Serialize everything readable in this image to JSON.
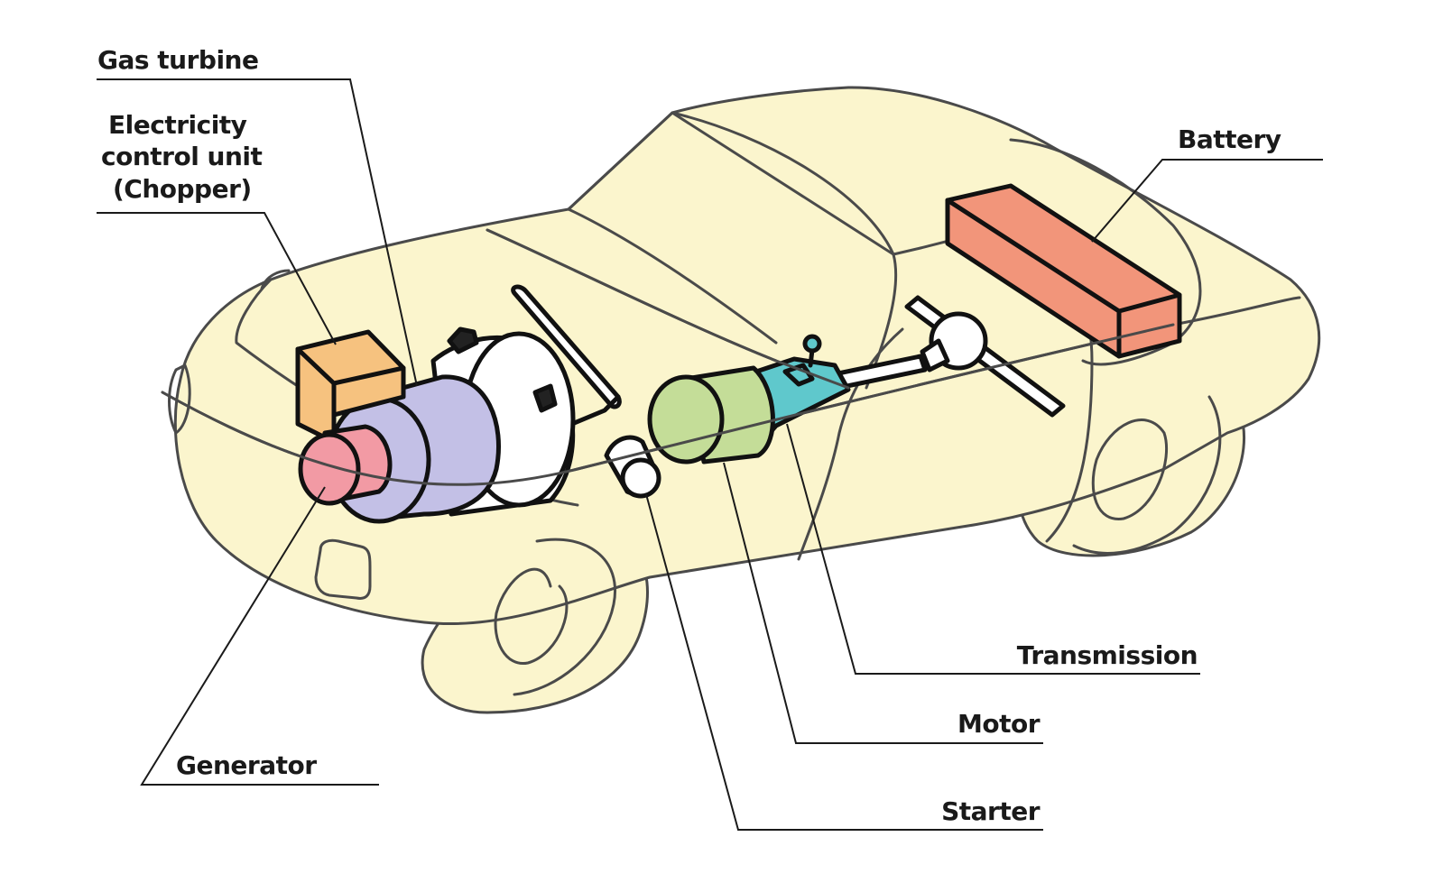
{
  "diagram": {
    "subject": "Gas turbine hybrid car cutaway",
    "labels": {
      "gas_turbine": "Gas turbine",
      "ecu_line1": "Electricity",
      "ecu_line2": "control unit",
      "ecu_line3": "(Chopper)",
      "battery": "Battery",
      "generator": "Generator",
      "transmission": "Transmission",
      "motor": "Motor",
      "starter": "Starter"
    },
    "colors": {
      "car_body": "#fbf5cd",
      "car_outline": "#4a4a4a",
      "battery": "#f2957a",
      "control_unit": "#f6c27f",
      "gas_turbine": "#c3c0e6",
      "generator": "#f29aa4",
      "motor": "#c4dd98",
      "transmission": "#5fc8cc",
      "starter": "#ffffff"
    }
  }
}
